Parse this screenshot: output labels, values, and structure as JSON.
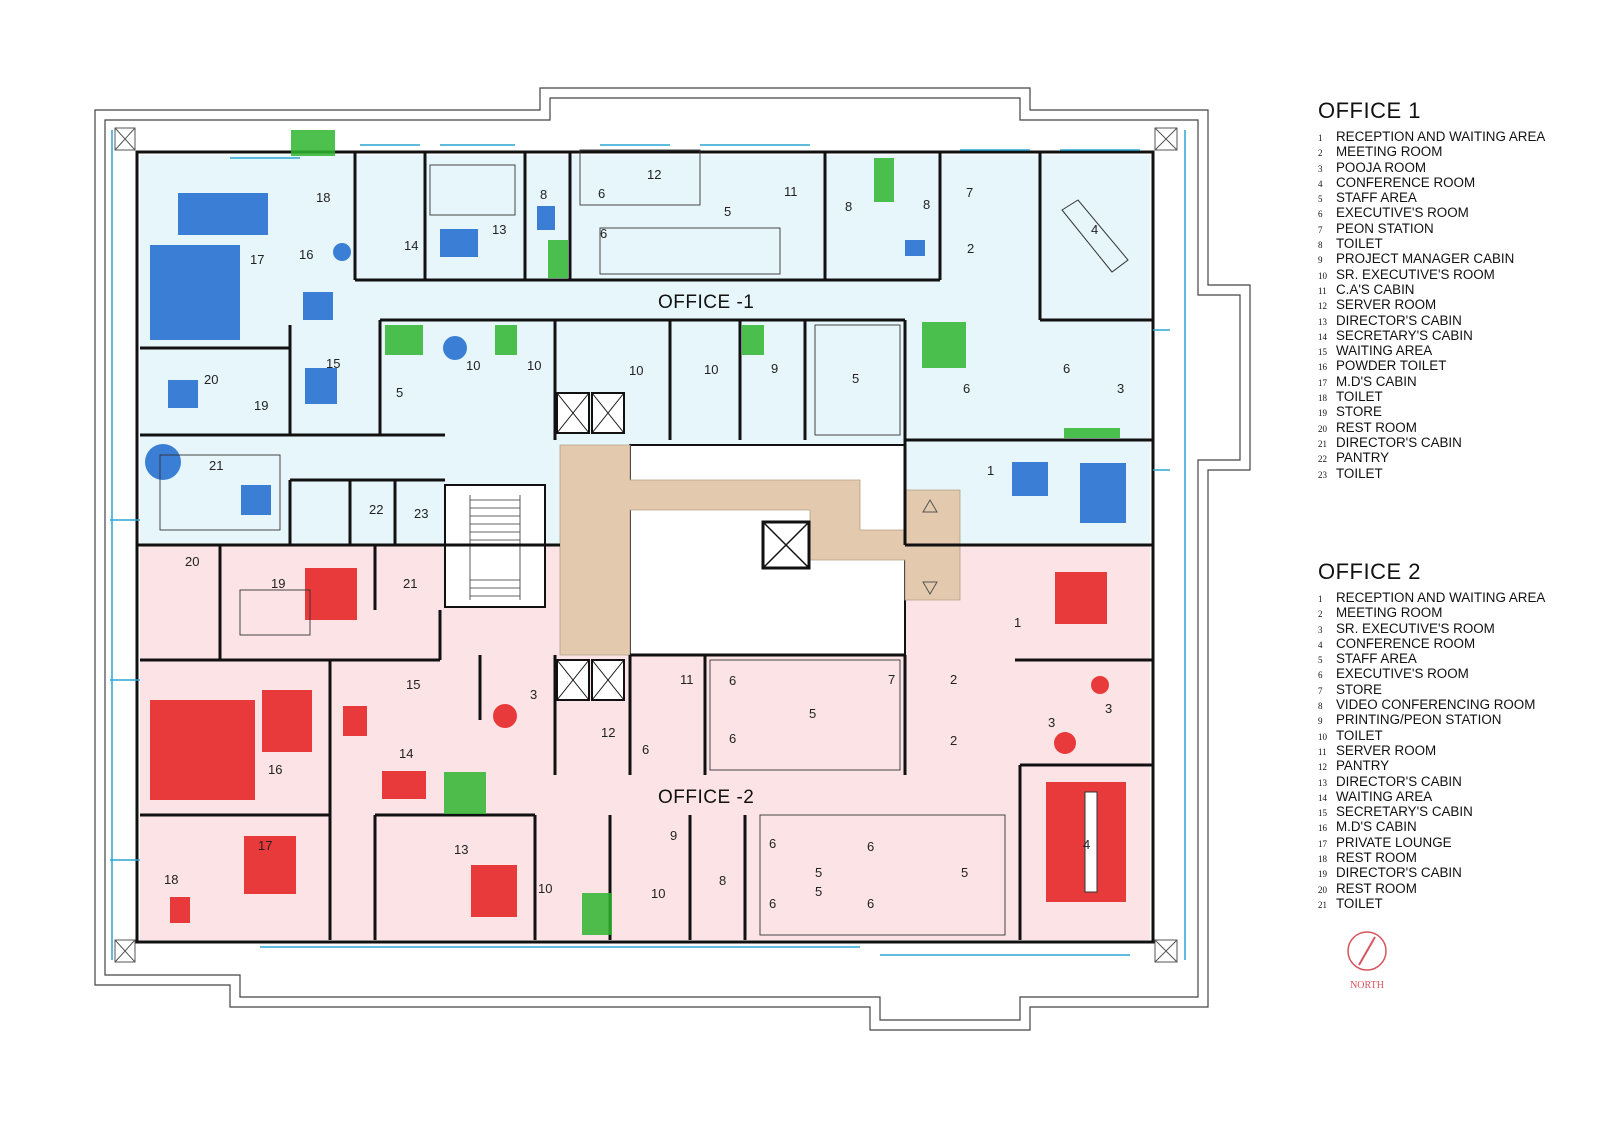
{
  "plan": {
    "office1_label": "OFFICE -1",
    "office2_label": "OFFICE -2",
    "colors": {
      "office1_fill": "#e6f6fb",
      "office2_fill": "#fbe3e6",
      "office1_accent": "#3a7fd5",
      "office2_accent": "#e83a3a",
      "core_fill": "#e3c9ad",
      "wall": "#111111",
      "window": "#2aa6d4",
      "planter": "#2fb52f"
    },
    "office1_room_numbers": [
      "17",
      "18",
      "16",
      "14",
      "13",
      "8",
      "12",
      "6",
      "6",
      "5",
      "11",
      "8",
      "8",
      "7",
      "2",
      "4",
      "5",
      "10",
      "10",
      "10",
      "10",
      "9",
      "5",
      "6",
      "6",
      "3",
      "15",
      "20",
      "19",
      "21",
      "22",
      "23",
      "1"
    ],
    "office2_room_numbers": [
      "20",
      "19",
      "21",
      "1",
      "16",
      "15",
      "14",
      "3",
      "12",
      "11",
      "6",
      "6",
      "6",
      "5",
      "7",
      "2",
      "2",
      "3",
      "3",
      "17",
      "18",
      "13",
      "10",
      "10",
      "9",
      "8",
      "6",
      "6",
      "5",
      "5",
      "6",
      "6",
      "5",
      "4"
    ]
  },
  "legend1": {
    "title": "OFFICE 1",
    "items": [
      {
        "n": "1",
        "label": "RECEPTION AND WAITING AREA"
      },
      {
        "n": "2",
        "label": "MEETING ROOM"
      },
      {
        "n": "3",
        "label": "POOJA ROOM"
      },
      {
        "n": "4",
        "label": "CONFERENCE ROOM"
      },
      {
        "n": "5",
        "label": "STAFF AREA"
      },
      {
        "n": "6",
        "label": "EXECUTIVE'S ROOM"
      },
      {
        "n": "7",
        "label": "PEON STATION"
      },
      {
        "n": "8",
        "label": "TOILET"
      },
      {
        "n": "9",
        "label": "PROJECT MANAGER CABIN"
      },
      {
        "n": "10",
        "label": "SR. EXECUTIVE'S ROOM"
      },
      {
        "n": "11",
        "label": "C.A'S CABIN"
      },
      {
        "n": "12",
        "label": "SERVER ROOM"
      },
      {
        "n": "13",
        "label": "DIRECTOR'S CABIN"
      },
      {
        "n": "14",
        "label": "SECRETARY'S CABIN"
      },
      {
        "n": "15",
        "label": "WAITING AREA"
      },
      {
        "n": "16",
        "label": "POWDER TOILET"
      },
      {
        "n": "17",
        "label": "M.D'S CABIN"
      },
      {
        "n": "18",
        "label": "TOILET"
      },
      {
        "n": "19",
        "label": "STORE"
      },
      {
        "n": "20",
        "label": "REST ROOM"
      },
      {
        "n": "21",
        "label": "DIRECTOR'S CABIN"
      },
      {
        "n": "22",
        "label": "PANTRY"
      },
      {
        "n": "23",
        "label": "TOILET"
      }
    ]
  },
  "legend2": {
    "title": "OFFICE 2",
    "items": [
      {
        "n": "1",
        "label": "RECEPTION AND WAITING AREA"
      },
      {
        "n": "2",
        "label": "MEETING ROOM"
      },
      {
        "n": "3",
        "label": "SR. EXECUTIVE'S ROOM"
      },
      {
        "n": "4",
        "label": "CONFERENCE ROOM"
      },
      {
        "n": "5",
        "label": "STAFF AREA"
      },
      {
        "n": "6",
        "label": "EXECUTIVE'S ROOM"
      },
      {
        "n": "7",
        "label": "STORE"
      },
      {
        "n": "8",
        "label": "VIDEO CONFERENCING ROOM"
      },
      {
        "n": "9",
        "label": "PRINTING/PEON STATION"
      },
      {
        "n": "10",
        "label": "TOILET"
      },
      {
        "n": "11",
        "label": "SERVER ROOM"
      },
      {
        "n": "12",
        "label": "PANTRY"
      },
      {
        "n": "13",
        "label": "DIRECTOR'S CABIN"
      },
      {
        "n": "14",
        "label": "WAITING AREA"
      },
      {
        "n": "15",
        "label": "SECRETARY'S CABIN"
      },
      {
        "n": "16",
        "label": "M.D'S CABIN"
      },
      {
        "n": "17",
        "label": "PRIVATE LOUNGE"
      },
      {
        "n": "18",
        "label": "REST ROOM"
      },
      {
        "n": "19",
        "label": "DIRECTOR'S CABIN"
      },
      {
        "n": "20",
        "label": "REST ROOM"
      },
      {
        "n": "21",
        "label": "TOILET"
      }
    ]
  },
  "compass": {
    "label": "NORTH",
    "icon": "north-arrow-icon"
  }
}
